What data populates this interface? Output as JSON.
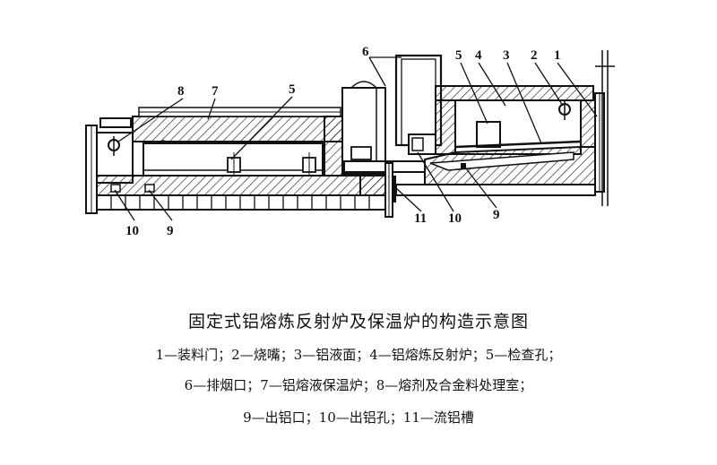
{
  "diagram": {
    "labels": {
      "n1": "1",
      "n2": "2",
      "n3": "3",
      "n4": "4",
      "n5_left": "5",
      "n5_right": "5",
      "n6": "6",
      "n7": "7",
      "n8": "8",
      "n9_left": "9",
      "n9_right": "9",
      "n10_left": "10",
      "n10_right": "10",
      "n11": "11"
    }
  },
  "caption": {
    "title": "固定式铝熔炼反射炉及保温炉的构造示意图",
    "legend_line1": "1—装料门；2—烧嘴；3—铝液面；4—铝熔炼反射炉；5—检查孔；",
    "legend_line2": "6—排烟口；7—铝熔液保温炉；8—熔剂及合金料处理室；",
    "legend_line3": "9—出铝口；10—出铝孔；11—流铝槽"
  }
}
